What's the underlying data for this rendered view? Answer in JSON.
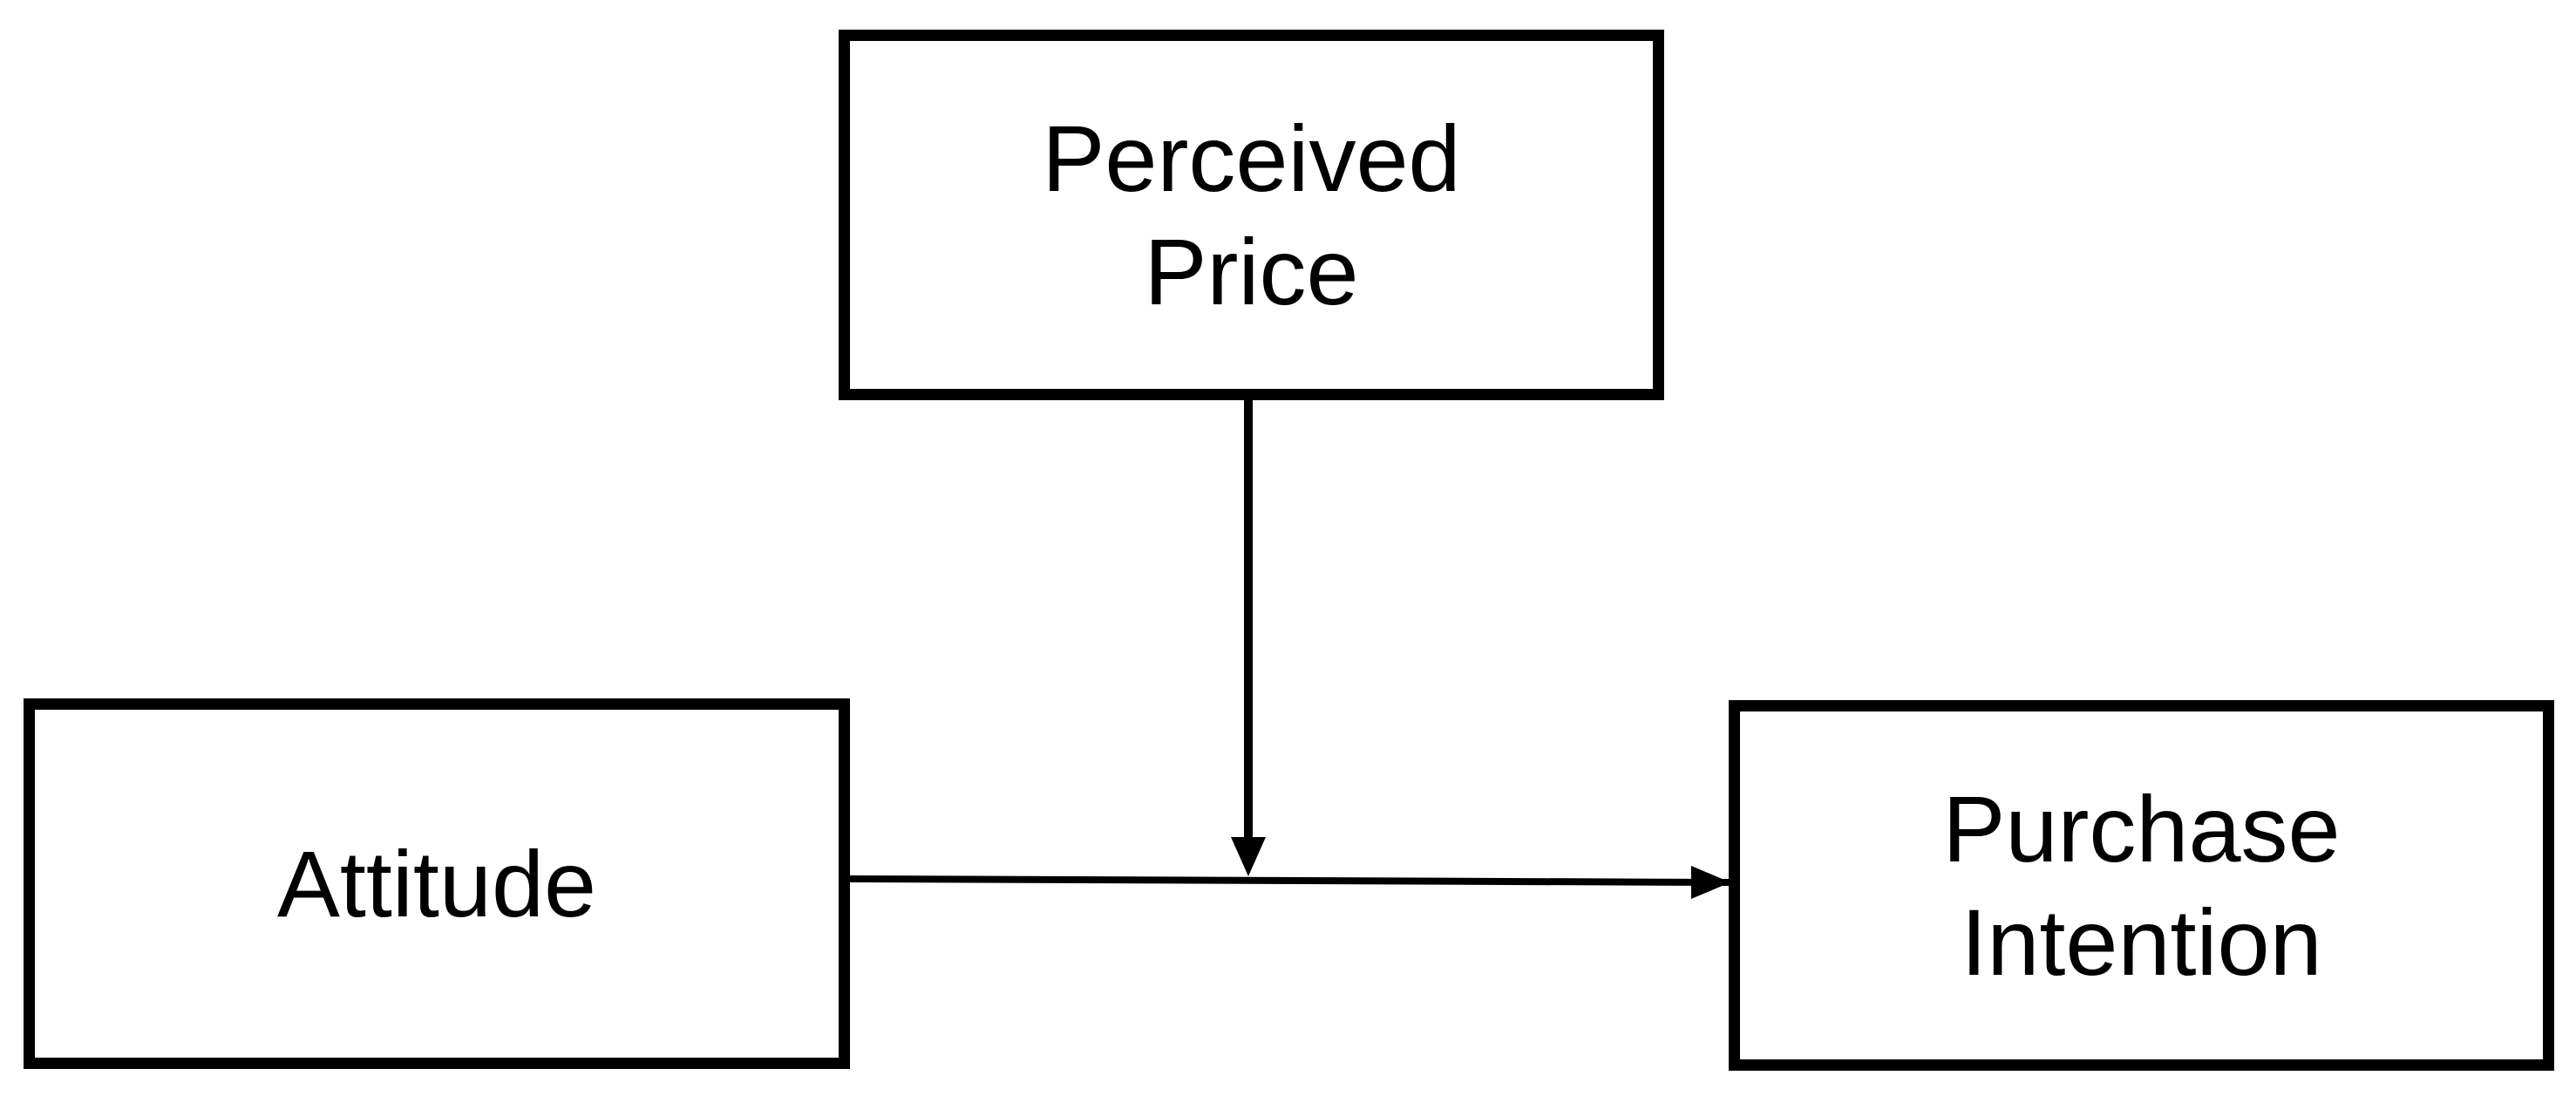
{
  "diagram": {
    "nodes": {
      "perceived_price": {
        "label": "Perceived\nPrice"
      },
      "attitude": {
        "label": "Attitude"
      },
      "purchase_intention": {
        "label": "Purchase\nIntention"
      }
    },
    "edges": [
      {
        "from": "attitude",
        "to": "purchase_intention",
        "type": "direct-effect"
      },
      {
        "from": "perceived_price",
        "to": "attitude-purchase_intention-path",
        "type": "moderation"
      }
    ],
    "colors": {
      "stroke": "#000000",
      "background": "#ffffff"
    }
  }
}
